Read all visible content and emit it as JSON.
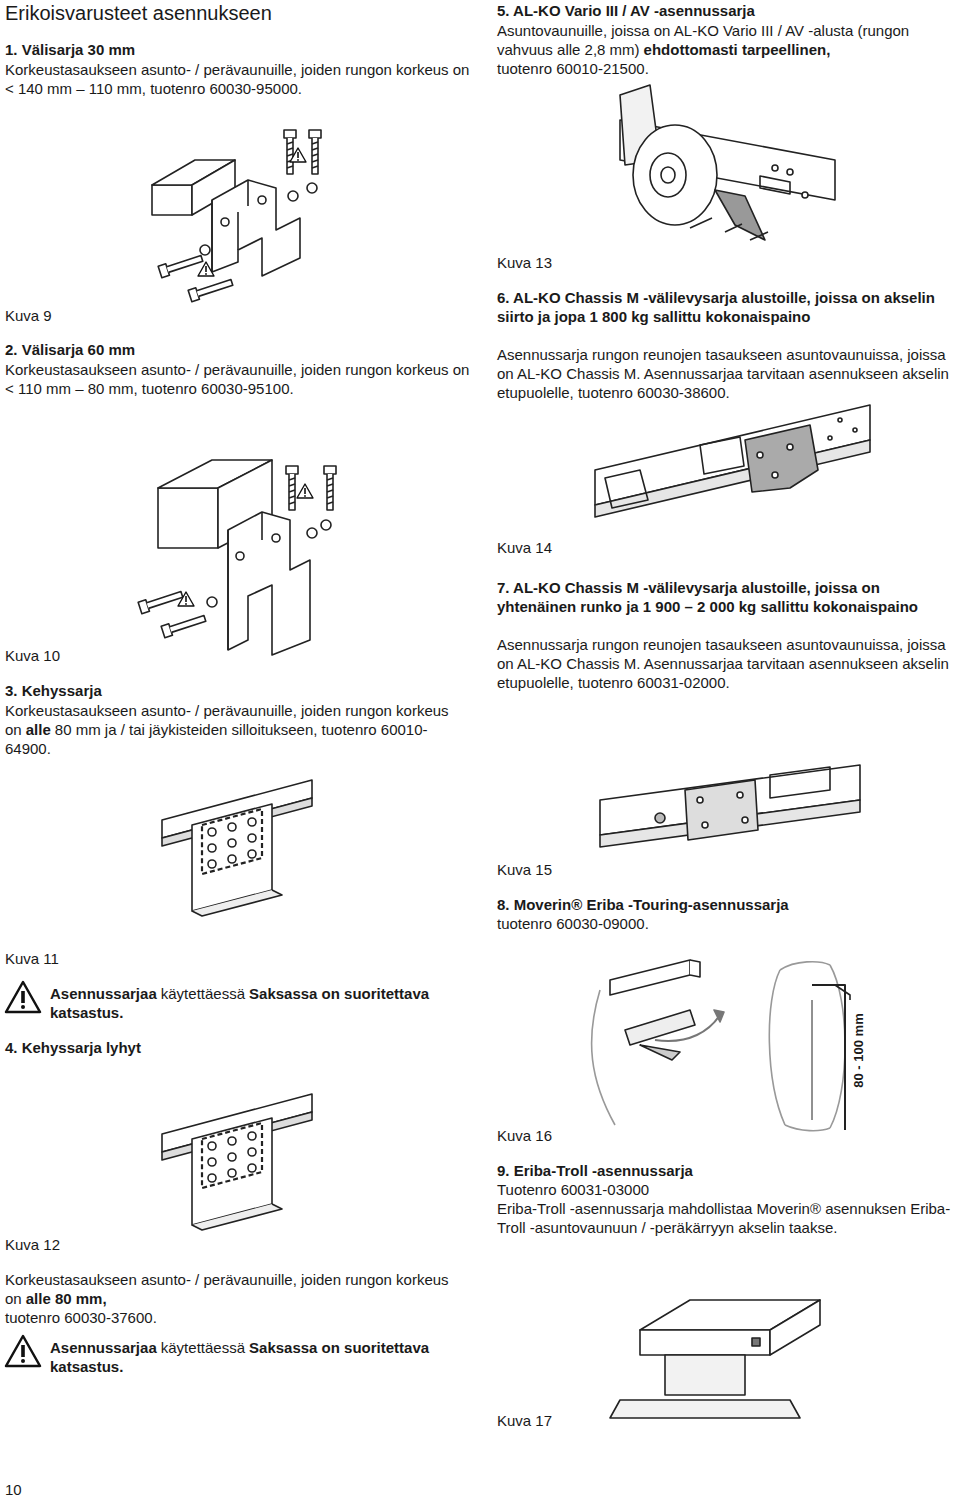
{
  "diagram": {
    "title": "Erikoisvarusteet asennukseen",
    "labels": [
      "1. Välisarja 30 mm",
      "Korkeustasaukseen asunto- / perävaunuille, joiden rungon korkeus on < 140 mm – 110 mm, tuotenro 60030-95000.",
      "Kuva 9",
      "2. Välisarja 60 mm",
      "Korkeustasaukseen asunto- / perävaunuille, joiden rungon korkeus on < 110 mm – 80 mm, tuotenro 60030-95100.",
      "Kuva 10",
      "3. Kehyssarja",
      "Korkeustasaukseen asunto- / perävaunuille, joiden rungon korkeus on",
      "alle",
      "80 mm ja / tai jäykisteiden silloitukseen, tuotenro 60010-64900.",
      "Kuva 11",
      "Asennussarjaa",
      "käytettäessä",
      "Saksassa on suoritettava katsastus.",
      "4. Kehyssarja lyhyt",
      "Kuva 12",
      "Korkeustasaukseen asunto- / perävaunuille, joiden rungon korkeus on",
      "alle 80 mm,",
      "tuotenro 60030-37600.",
      "Asennussarjaa",
      "käytettäessä",
      "Saksassa on suoritettava katsastus.",
      "10",
      "5. AL-KO Vario III / AV -asennussarja",
      "Asuntovaunuille, joissa on AL-KO Vario III / AV -alusta (rungon vahvuus alle 2,8 mm)",
      "ehdottomasti tarpeellinen,",
      "tuotenro 60010-21500.",
      "Kuva 13",
      "6. AL-KO Chassis M -välilevysarja alustoille, joissa on akselin siirto ja jopa 1 800 kg sallittu kokonaispaino",
      "Asennussarja rungon reunojen tasaukseen asuntovaunuissa, joissa on AL-KO Chassis M. Asennussarjaa tarvitaan asennukseen akselin etupuolelle, tuotenro 60030-38600.",
      "Kuva 14",
      "7. AL-KO Chassis M -välilevysarja alustoille, joissa on yhtenäinen runko ja 1 900 – 2 000 kg sallittu kokonaispaino",
      "Asennussarja rungon reunojen tasaukseen asuntovaunuissa, joissa on AL-KO Chassis M. Asennussarjaa tarvitaan asennukseen akselin etupuolelle, tuotenro 60031-02000.",
      "Kuva 15",
      "8. Moverin® Eriba -Touring-asennussarja",
      "tuotenro 60030-09000.",
      "80 - 100 mm",
      "Kuva 16",
      "9. Eriba-Troll -asennussarja",
      "Tuotenro 60031-03000",
      "Eriba-Troll -asennussarja mahdollistaa Moverin® asennuksen Eriba-Troll -asuntovaunuun / -peräkärryyn akselin taakse.",
      "Kuva 17"
    ]
  }
}
